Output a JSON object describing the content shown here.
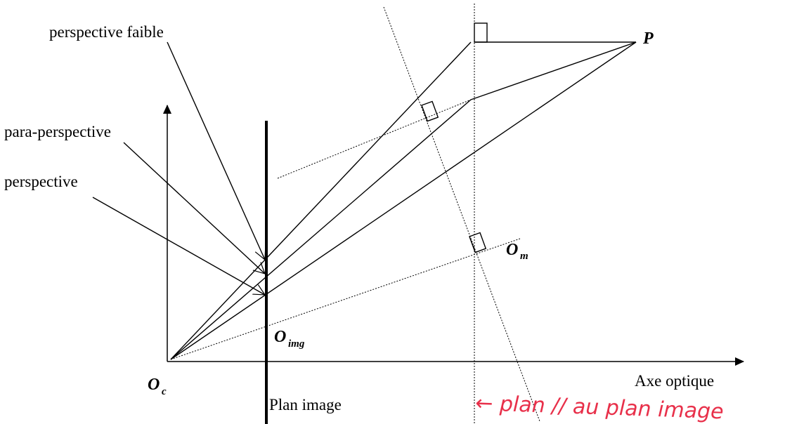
{
  "labels": {
    "perspective_faible": "perspective faible",
    "para_perspective": "para-perspective",
    "perspective": "perspective",
    "p": "P",
    "om_main": "O",
    "om_sub": "m",
    "oimg_main": "O",
    "oimg_sub": "img",
    "oc_main": "O",
    "oc_sub": "c",
    "axe_optique": "Axe optique",
    "plan_image": "Plan image",
    "handwritten_note": "← plan // au plan image"
  },
  "colors": {
    "line": "#000000",
    "annotation": "#e8304a"
  }
}
